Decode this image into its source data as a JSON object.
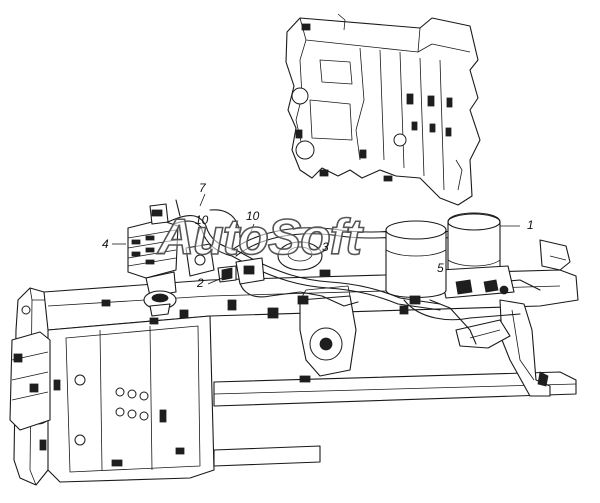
{
  "callouts": [
    {
      "id": "1",
      "label": "1"
    },
    {
      "id": "2",
      "label": "2"
    },
    {
      "id": "3",
      "label": "3"
    },
    {
      "id": "4",
      "label": "4"
    },
    {
      "id": "5",
      "label": "5"
    },
    {
      "id": "7",
      "label": "7"
    },
    {
      "id": "10a",
      "label": "10"
    },
    {
      "id": "10b",
      "label": "10"
    }
  ],
  "watermark": "AutoSoft",
  "colors": {
    "line": "#1a1a1a",
    "fill_dark": "#1e1e1e",
    "background": "#ffffff"
  }
}
